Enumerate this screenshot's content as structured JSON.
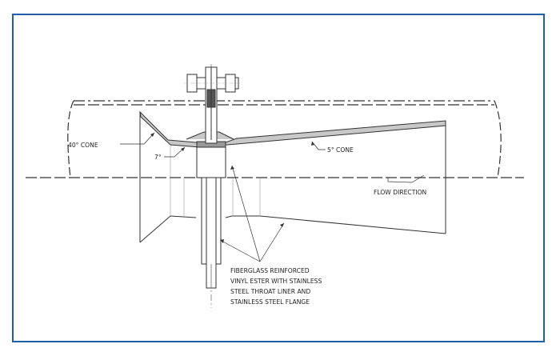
{
  "diagram": {
    "labels": {
      "cone_40": "40° CONE",
      "angle_7": "7°",
      "cone_5": "5° CONE",
      "flow_direction": "FLOW DIRECTION",
      "material_note": [
        "FIBERGLASS REINFORCED",
        "VINYL ESTER WITH STAINLESS",
        "STEEL THROAT LINER AND",
        "STAINLESS STEEL FLANGE"
      ]
    },
    "colors": {
      "frame": "#1f5fa8",
      "line": "#333333",
      "fill": "#c8c8c8"
    }
  }
}
